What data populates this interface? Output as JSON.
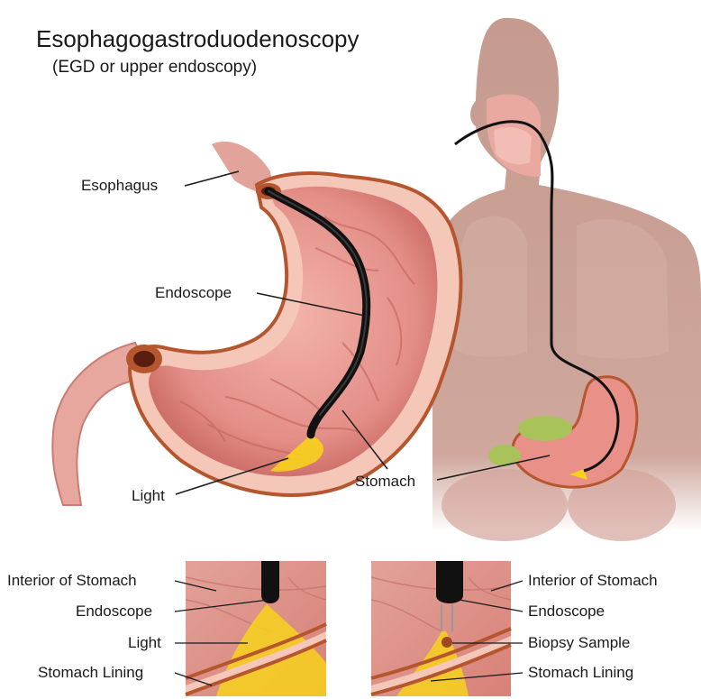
{
  "title": "Esophagogastroduodenoscopy",
  "subtitle": "(EGD or upper endoscopy)",
  "main_labels": {
    "esophagus": "Esophagus",
    "endoscope": "Endoscope",
    "light": "Light",
    "stomach": "Stomach"
  },
  "inset_left": {
    "interior": "Interior of Stomach",
    "endoscope": "Endoscope",
    "light": "Light",
    "lining": "Stomach Lining"
  },
  "inset_right": {
    "interior": "Interior of Stomach",
    "endoscope": "Endoscope",
    "biopsy": "Biopsy Sample",
    "lining": "Stomach Lining"
  },
  "colors": {
    "body": "#caa297",
    "tissue": "#e58e88",
    "lining": "#b5562f",
    "scope": "#111111",
    "light": "#f7d21c"
  }
}
